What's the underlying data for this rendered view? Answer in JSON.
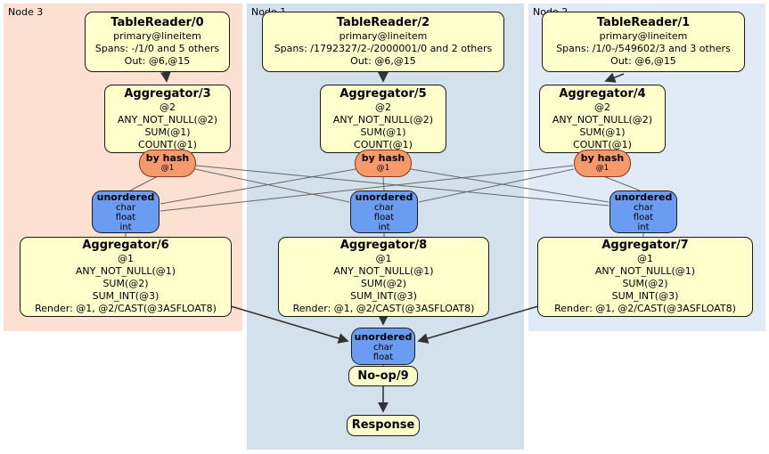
{
  "regions": {
    "node3": {
      "label": "Node 3"
    },
    "node1": {
      "label": "Node 1"
    },
    "node2": {
      "label": "Node 2"
    }
  },
  "processors": {
    "tablereader0": {
      "title": "TableReader/0",
      "lines": [
        "primary@lineitem",
        "Spans: -/1/0 and 5 others",
        "Out: @6,@15"
      ]
    },
    "tablereader2": {
      "title": "TableReader/2",
      "lines": [
        "primary@lineitem",
        "Spans: /1792327/2-/2000001/0 and 2 others",
        "Out: @6,@15"
      ]
    },
    "tablereader1": {
      "title": "TableReader/1",
      "lines": [
        "primary@lineitem",
        "Spans: /1/0-/549602/3 and 3 others",
        "Out: @6,@15"
      ]
    },
    "aggregator3": {
      "title": "Aggregator/3",
      "lines": [
        "@2",
        "ANY_NOT_NULL(@2)",
        "SUM(@1)",
        "COUNT(@1)"
      ]
    },
    "aggregator5": {
      "title": "Aggregator/5",
      "lines": [
        "@2",
        "ANY_NOT_NULL(@2)",
        "SUM(@1)",
        "COUNT(@1)"
      ]
    },
    "aggregator4": {
      "title": "Aggregator/4",
      "lines": [
        "@2",
        "ANY_NOT_NULL(@2)",
        "SUM(@1)",
        "COUNT(@1)"
      ]
    },
    "aggregator6": {
      "title": "Aggregator/6",
      "lines": [
        "@1",
        "ANY_NOT_NULL(@1)",
        "SUM(@2)",
        "SUM_INT(@3)",
        "Render: @1, @2/CAST(@3ASFLOAT8)"
      ]
    },
    "aggregator8": {
      "title": "Aggregator/8",
      "lines": [
        "@1",
        "ANY_NOT_NULL(@1)",
        "SUM(@2)",
        "SUM_INT(@3)",
        "Render: @1, @2/CAST(@3ASFLOAT8)"
      ]
    },
    "aggregator7": {
      "title": "Aggregator/7",
      "lines": [
        "@1",
        "ANY_NOT_NULL(@1)",
        "SUM(@2)",
        "SUM_INT(@3)",
        "Render: @1, @2/CAST(@3ASFLOAT8)"
      ]
    },
    "noop9": {
      "title": "No-op/9"
    },
    "response": {
      "title": "Response"
    }
  },
  "routers": {
    "byhash3": {
      "title": "by hash",
      "detail": "@1"
    },
    "byhash5": {
      "title": "by hash",
      "detail": "@1"
    },
    "byhash4": {
      "title": "by hash",
      "detail": "@1"
    }
  },
  "synchronizers": {
    "unordered6": {
      "title": "unordered",
      "lines": [
        "char",
        "float",
        "int"
      ]
    },
    "unordered8": {
      "title": "unordered",
      "lines": [
        "char",
        "float",
        "int"
      ]
    },
    "unordered7": {
      "title": "unordered",
      "lines": [
        "char",
        "float",
        "int"
      ]
    },
    "unorderedFinal": {
      "title": "unordered",
      "lines": [
        "char",
        "float"
      ]
    }
  },
  "colors": {
    "node3_bg": "#fce0d2",
    "node1_bg": "#d2e1eb",
    "node2_bg": "#e1ebf8",
    "processor_fill": "#ffffcc",
    "router_fill": "#f6996b",
    "sync_fill": "#6a9cf2",
    "edge_thin": "#666666",
    "edge_main": "#333333"
  }
}
